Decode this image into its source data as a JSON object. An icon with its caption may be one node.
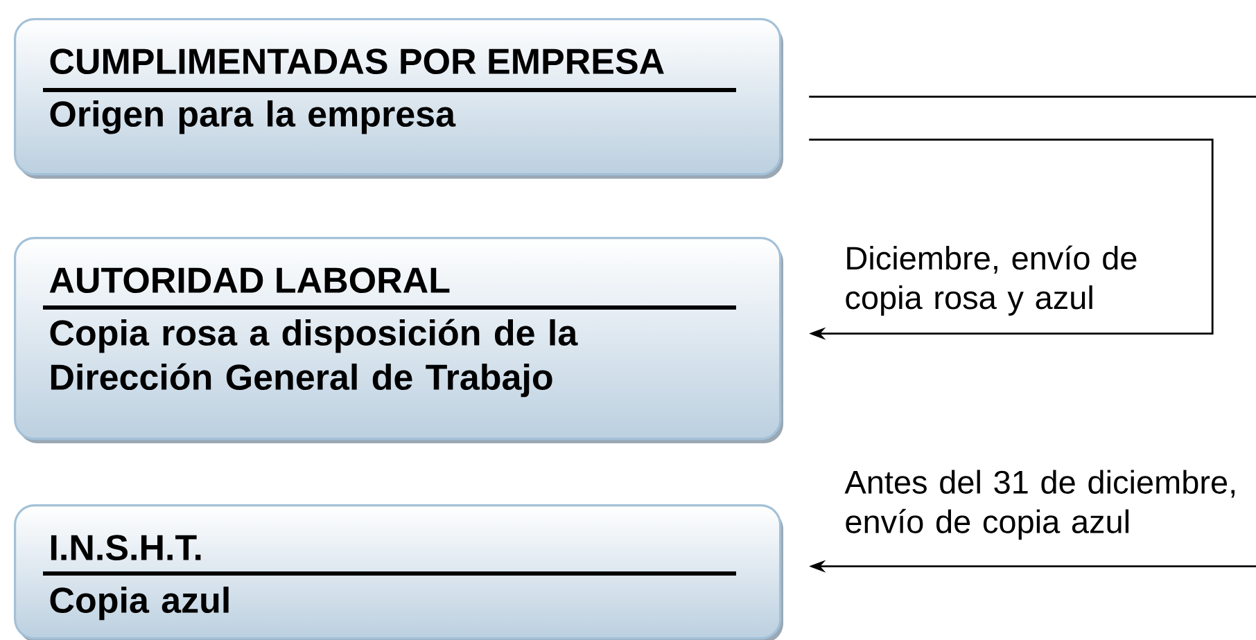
{
  "diagram": {
    "nodes": [
      {
        "text": [
          "CUMPLIMENTADAS POR EMPRESA",
          "Origen para la empresa"
        ]
      },
      {
        "text": [
          "AUTORIDAD LABORAL",
          "Copia rosa a disposición de la Dirección General de Trabajo"
        ]
      },
      {
        "text": [
          "I.N.S.H.T.",
          "Copia azul"
        ]
      }
    ],
    "edges": [
      {
        "from": 0,
        "to": null,
        "arrow": "none"
      },
      {
        "from": 0,
        "to": 1,
        "arrow": "to",
        "label": "Diciembre, envío de copia rosa y azul"
      },
      {
        "from": null,
        "to": 2,
        "arrow": "to",
        "label": "Antes del 31 de diciembre, envío de copia azul"
      }
    ]
  }
}
